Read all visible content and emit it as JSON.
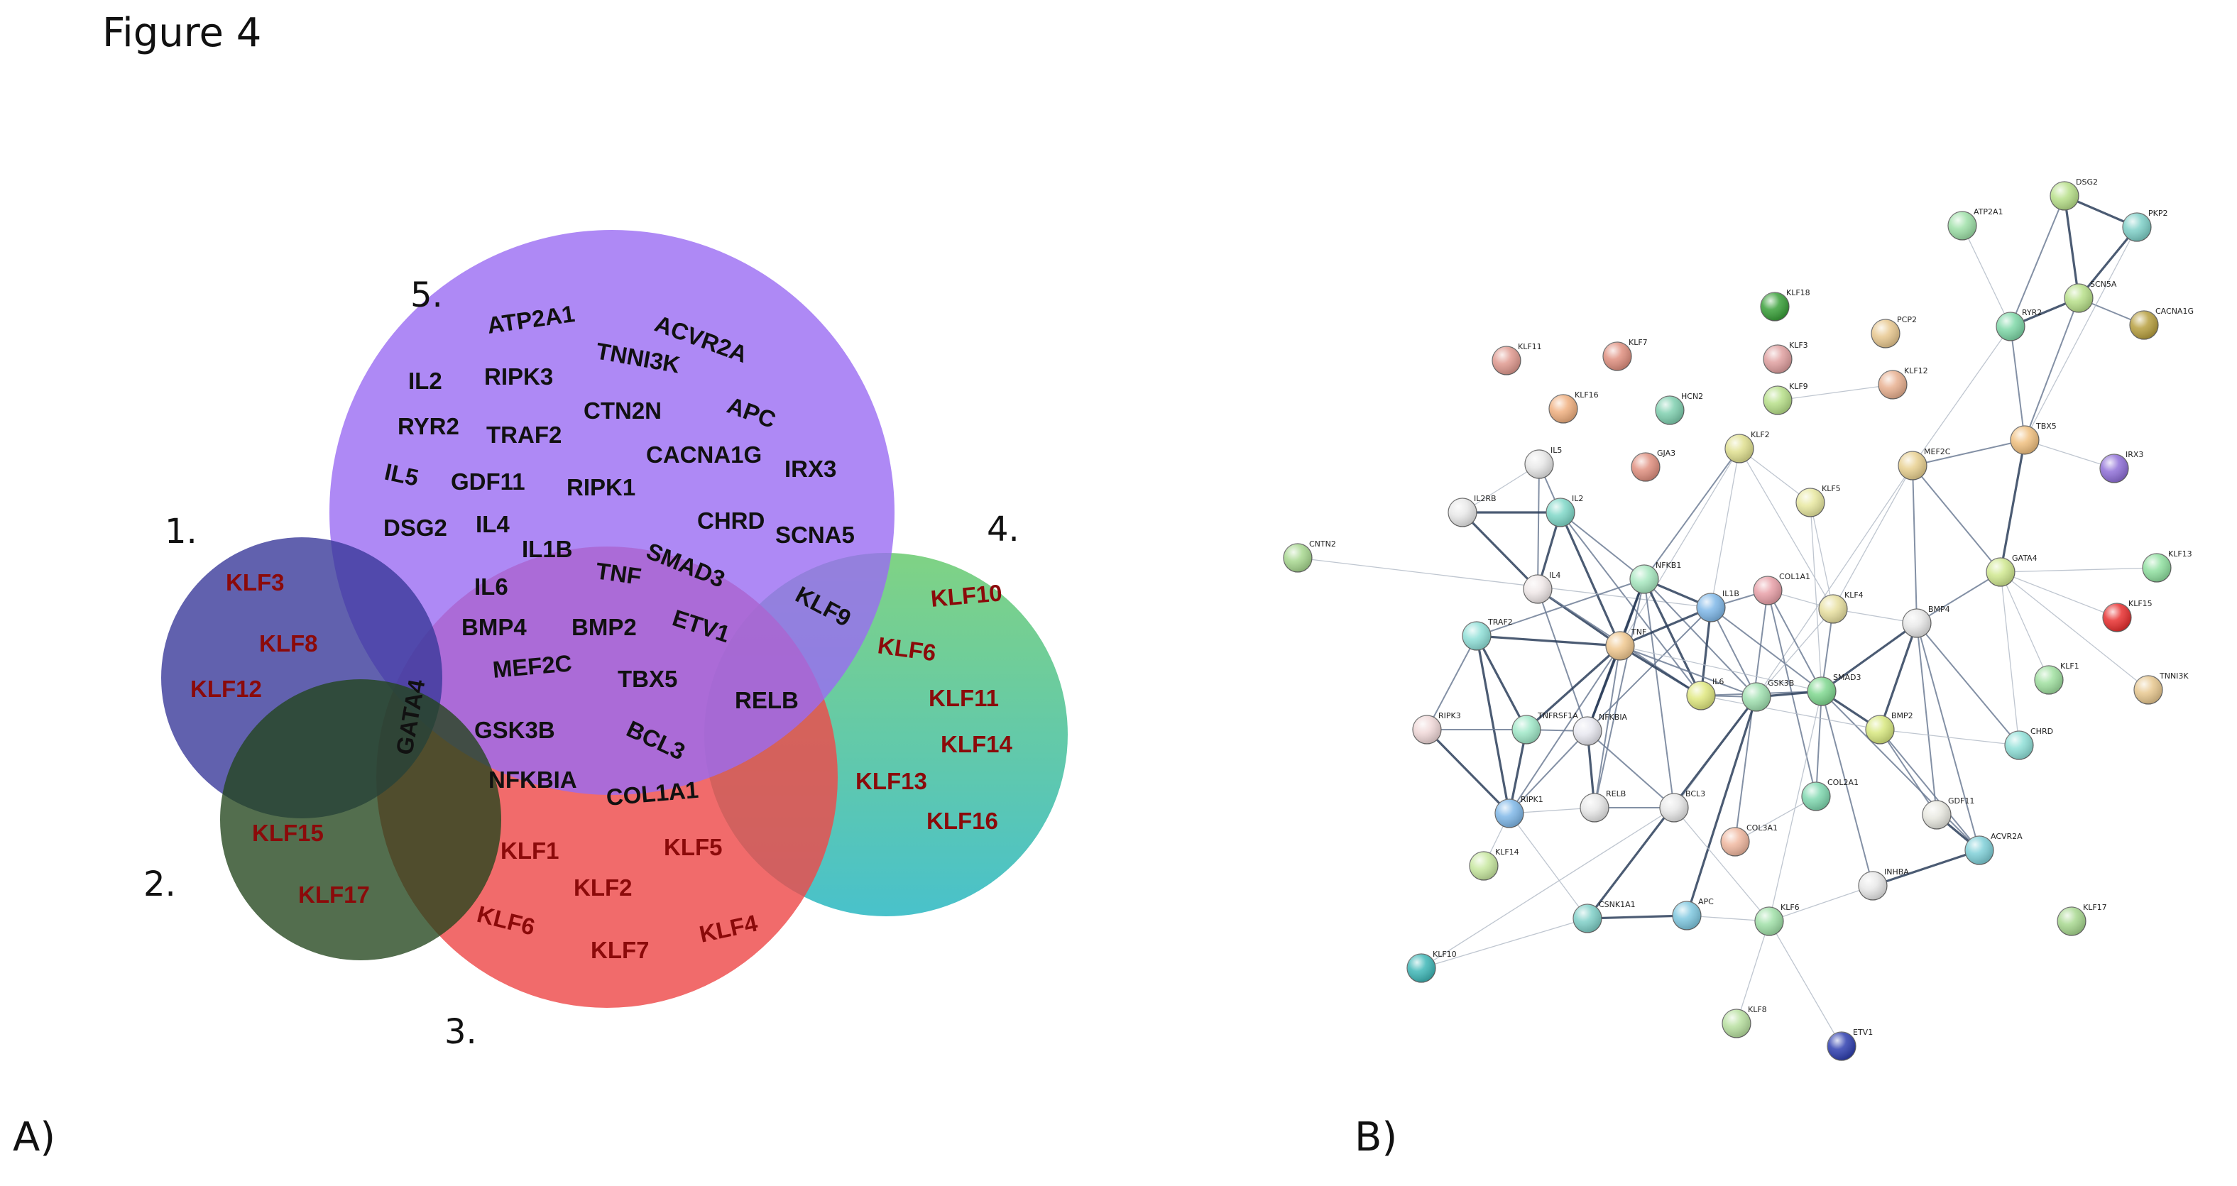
{
  "figure_title": "Figure 4",
  "panel_a_label": "A)",
  "panel_b_label": "B)",
  "venn": {
    "set_numbers": [
      "1.",
      "2.",
      "3.",
      "4.",
      "5."
    ],
    "set5_only": [
      "ATP2A1",
      "ACVR2A",
      "TNNI3K",
      "IL2",
      "RIPK3",
      "APC",
      "RYR2",
      "TRAF2",
      "CTN2N",
      "IL5",
      "GDF11",
      "CACNA1G",
      "IRX3",
      "RIPK1",
      "DSG2",
      "IL4",
      "CHRD",
      "SCNA5"
    ],
    "set5_set3": [
      "IL1B",
      "TNF",
      "SMAD3",
      "IL6",
      "BMP4",
      "BMP2",
      "ETV1",
      "MEF2C",
      "TBX5",
      "GSK3B",
      "BCL3",
      "NFKBIA",
      "COL1A1"
    ],
    "set5_set4": "KLF9",
    "set3_set4": "RELB",
    "center": "GATA4",
    "set1_only": [
      "KLF3",
      "KLF8",
      "KLF12"
    ],
    "set2_only": [
      "KLF15",
      "KLF17"
    ],
    "set3_only": [
      "KLF1",
      "KLF5",
      "KLF2",
      "KLF6",
      "KLF7",
      "KLF4"
    ],
    "set4_only": [
      "KLF10",
      "KLF6",
      "KLF11",
      "KLF14",
      "KLF13",
      "KLF16"
    ],
    "colors": {
      "set1": "#3a3a9a",
      "set2": "#23451c",
      "set3": "#ee4a4a",
      "set4_top": "#79d07e",
      "set4_bottom": "#3fbec8",
      "set5": "#9a6cf2"
    }
  },
  "network": {
    "nodes": [
      {
        "id": "DSG2",
        "color": "#b8e08a"
      },
      {
        "id": "ATP2A1",
        "color": "#9ee0a8"
      },
      {
        "id": "PKP2",
        "color": "#7fd0c8"
      },
      {
        "id": "KLF18",
        "color": "#3aa03a"
      },
      {
        "id": "SCN5A",
        "color": "#b8e08a"
      },
      {
        "id": "RYR2",
        "color": "#7fd8a8"
      },
      {
        "id": "CACNA1G",
        "color": "#b8a040"
      },
      {
        "id": "KLF11",
        "color": "#e09a90"
      },
      {
        "id": "KLF7",
        "color": "#e09080"
      },
      {
        "id": "KLF3",
        "color": "#e0a0a0"
      },
      {
        "id": "PCP2",
        "color": "#e8c890"
      },
      {
        "id": "KLF9",
        "color": "#b8e08a"
      },
      {
        "id": "KLF12",
        "color": "#e8b090"
      },
      {
        "id": "KLF16",
        "color": "#f0b080"
      },
      {
        "id": "HCN2",
        "color": "#80d0b0"
      },
      {
        "id": "GJA3",
        "color": "#e09080"
      },
      {
        "id": "KLF2",
        "color": "#e0e090"
      },
      {
        "id": "MEF2C",
        "color": "#e8d090"
      },
      {
        "id": "TBX5",
        "color": "#f0c080"
      },
      {
        "id": "IRX3",
        "color": "#9070d8"
      },
      {
        "id": "IL5",
        "color": "#e8e8e8"
      },
      {
        "id": "IL2RB",
        "color": "#e8e8e8"
      },
      {
        "id": "IL2",
        "color": "#80d8c8"
      },
      {
        "id": "KLF5",
        "color": "#e8e8a0"
      },
      {
        "id": "CNTN2",
        "color": "#a8d890"
      },
      {
        "id": "GATA4",
        "color": "#d0e890"
      },
      {
        "id": "KLF13",
        "color": "#90e0a0"
      },
      {
        "id": "IL4",
        "color": "#f0e8e8"
      },
      {
        "id": "NFKB1",
        "color": "#a8e8c0"
      },
      {
        "id": "IL1B",
        "color": "#80b8e8"
      },
      {
        "id": "COL1A1",
        "color": "#e8a0a8"
      },
      {
        "id": "KLF4",
        "color": "#e8e0a0"
      },
      {
        "id": "KLF15",
        "color": "#e83030"
      },
      {
        "id": "TRAF2",
        "color": "#90e0d8"
      },
      {
        "id": "TNF",
        "color": "#f0c890"
      },
      {
        "id": "BMP4",
        "color": "#e8e8e8"
      },
      {
        "id": "KLF1",
        "color": "#a0e0a0"
      },
      {
        "id": "TNNI3K",
        "color": "#e8c890"
      },
      {
        "id": "RIPK3",
        "color": "#f0d8d8"
      },
      {
        "id": "TNFRSF1A",
        "color": "#a0e8c8"
      },
      {
        "id": "NFKBIA",
        "color": "#e8e8f0"
      },
      {
        "id": "IL6",
        "color": "#e0e880"
      },
      {
        "id": "GSK3B",
        "color": "#a0e0b0"
      },
      {
        "id": "SMAD3",
        "color": "#80d890"
      },
      {
        "id": "BMP2",
        "color": "#d8e880"
      },
      {
        "id": "CHRD",
        "color": "#90e0d8"
      },
      {
        "id": "RIPK1",
        "color": "#80b8e8"
      },
      {
        "id": "RELB",
        "color": "#e8e8e8"
      },
      {
        "id": "BCL3",
        "color": "#e8e8e8"
      },
      {
        "id": "COL2A1",
        "color": "#80d8b0"
      },
      {
        "id": "GDF11",
        "color": "#e8e8e0"
      },
      {
        "id": "COL3A1",
        "color": "#f0b8a0"
      },
      {
        "id": "ACVR2A",
        "color": "#80d0d8"
      },
      {
        "id": "KLF14",
        "color": "#c8e8a0"
      },
      {
        "id": "INHBA",
        "color": "#e8e8e8"
      },
      {
        "id": "CSNK1A1",
        "color": "#80d0c8"
      },
      {
        "id": "APC",
        "color": "#80c8e0"
      },
      {
        "id": "KLF6",
        "color": "#a0e0a8"
      },
      {
        "id": "KLF17",
        "color": "#a8d890"
      },
      {
        "id": "KLF10",
        "color": "#40b8b8"
      },
      {
        "id": "KLF8",
        "color": "#b8e0a0"
      },
      {
        "id": "ETV1",
        "color": "#3040b0"
      }
    ],
    "edge_color": "#2c3e5a"
  }
}
